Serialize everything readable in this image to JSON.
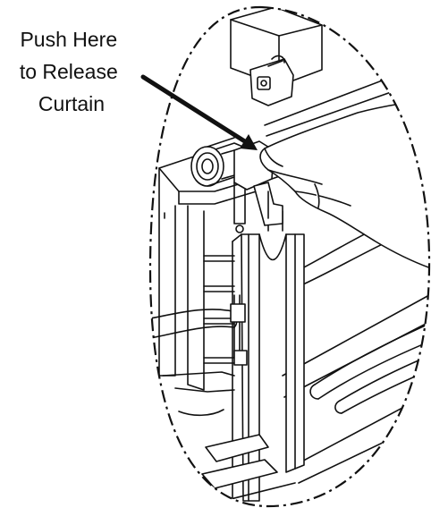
{
  "callout": {
    "lines": [
      "Push Here",
      "to Release",
      "Curtain"
    ]
  },
  "colors": {
    "ink": "#111111",
    "paper": "#ffffff",
    "hand_fill": "#ffffff"
  }
}
